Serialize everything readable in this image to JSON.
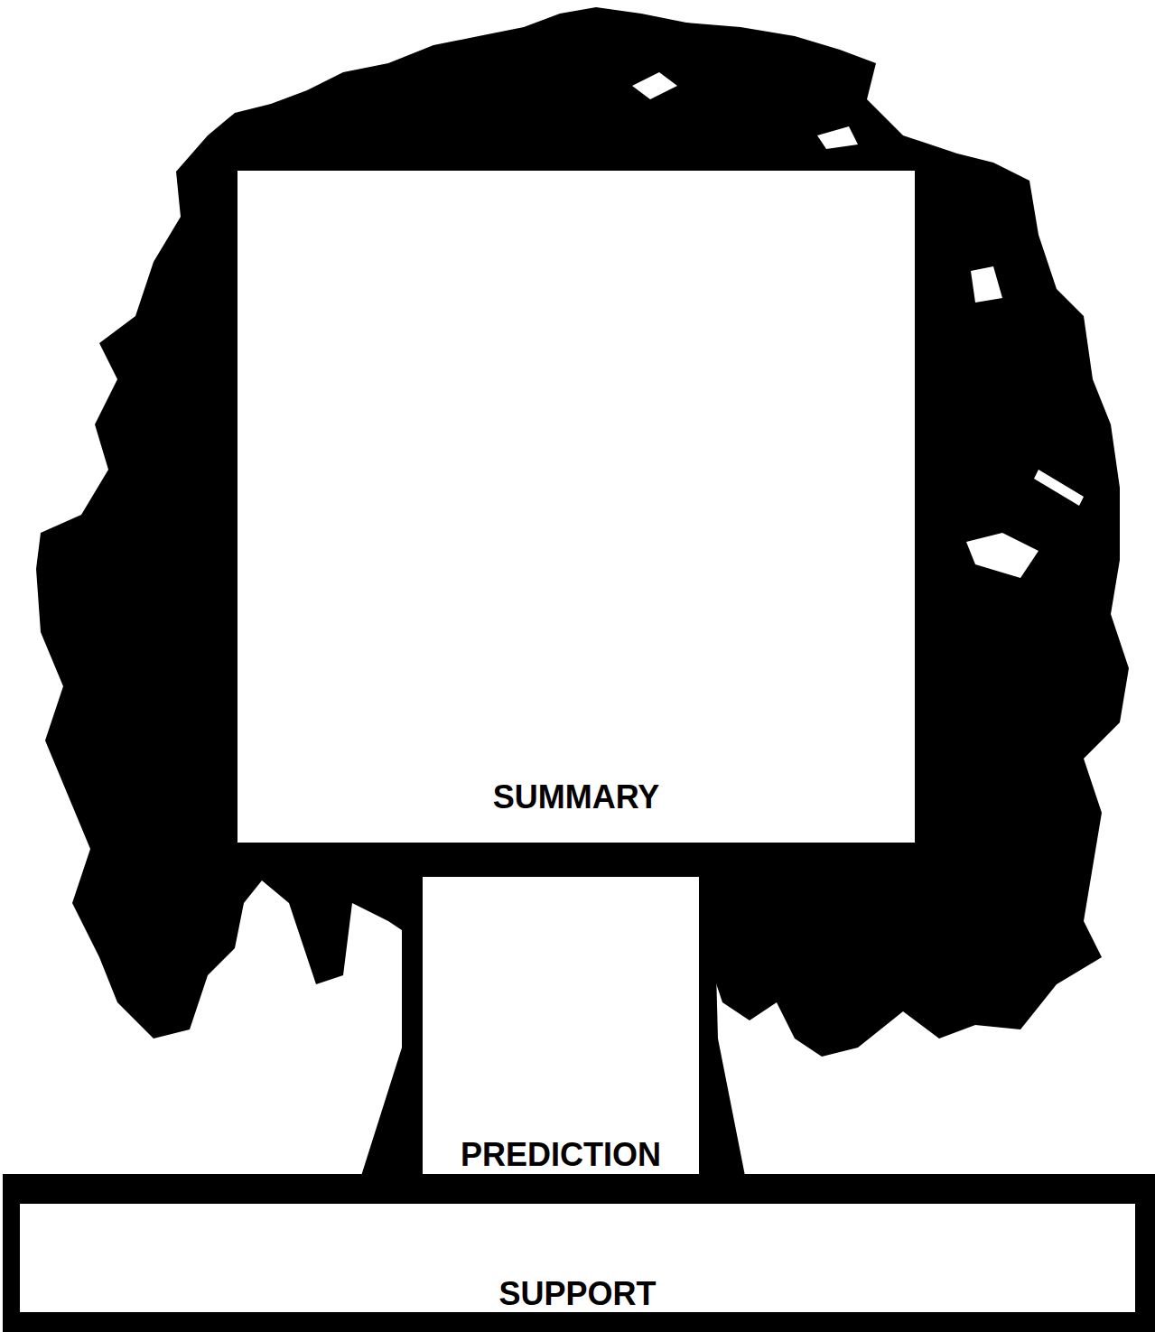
{
  "diagram": {
    "nodes": [
      {
        "text": [
          "SUMMARY"
        ]
      },
      {
        "text": [
          "PREDICTION"
        ]
      },
      {
        "text": [
          "SUPPORT"
        ]
      }
    ]
  }
}
